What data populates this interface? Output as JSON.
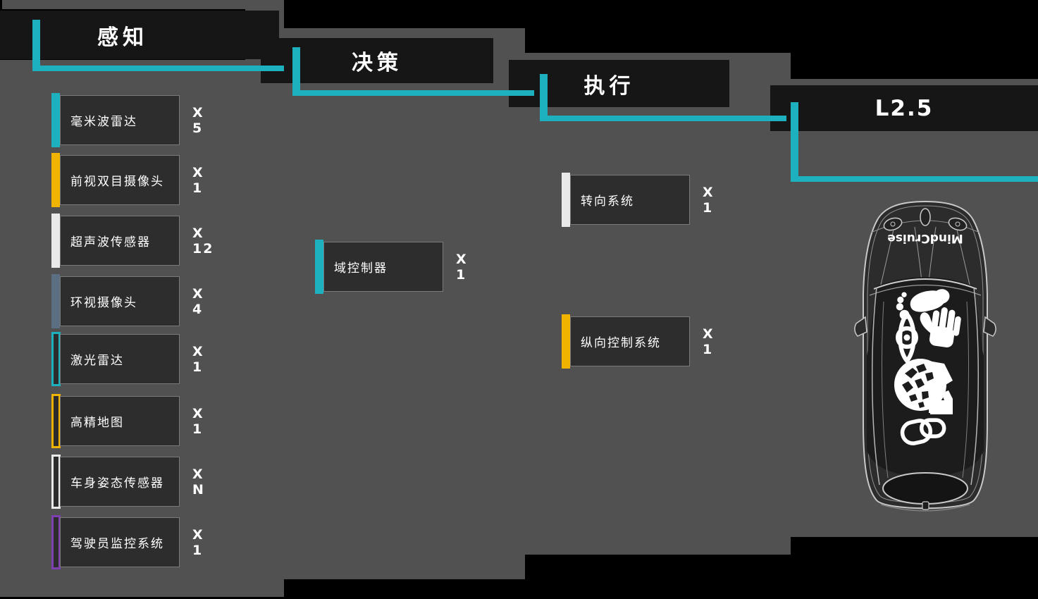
{
  "palette": {
    "teal": "#1db1bf",
    "yellow": "#f0b400",
    "white": "#e9e9e9",
    "slate": "#5c6e82",
    "purple": "#7e3fb0",
    "panel_gray": "#515151",
    "box_dark": "#2d2d2d",
    "header_dark": "#161616"
  },
  "headers": {
    "perception": "感知",
    "decision": "决策",
    "execution": "执行",
    "level": "L2.5"
  },
  "perception_items": [
    {
      "label": "毫米波雷达",
      "count": "X 5",
      "accent": "#1db1bf",
      "bar": "solid"
    },
    {
      "label": "前视双目摄像头",
      "count": "X 1",
      "accent": "#f0b400",
      "bar": "solid"
    },
    {
      "label": "超声波传感器",
      "count": "X 12",
      "accent": "#e9e9e9",
      "bar": "solid"
    },
    {
      "label": "环视摄像头",
      "count": "X 4",
      "accent": "#5c6e82",
      "bar": "solid"
    },
    {
      "label": "激光雷达",
      "count": "X 1",
      "accent": "#1db1bf",
      "bar": "outline"
    },
    {
      "label": "高精地图",
      "count": "X 1",
      "accent": "#f0b400",
      "bar": "outline"
    },
    {
      "label": "车身姿态传感器",
      "count": "X N",
      "accent": "#e9e9e9",
      "bar": "outline"
    },
    {
      "label": "驾驶员监控系统",
      "count": "X 1",
      "accent": "#7e3fb0",
      "bar": "outline"
    }
  ],
  "decision_items": [
    {
      "label": "域控制器",
      "count": "X 1",
      "accent": "#1db1bf",
      "bar": "solid"
    }
  ],
  "execution_items": [
    {
      "label": "转向系统",
      "count": "X 1",
      "accent": "#e9e9e9",
      "bar": "solid"
    },
    {
      "label": "纵向控制系统",
      "count": "X 1",
      "accent": "#f0b400",
      "bar": "solid"
    }
  ],
  "car": {
    "brand": "MindCruise"
  }
}
